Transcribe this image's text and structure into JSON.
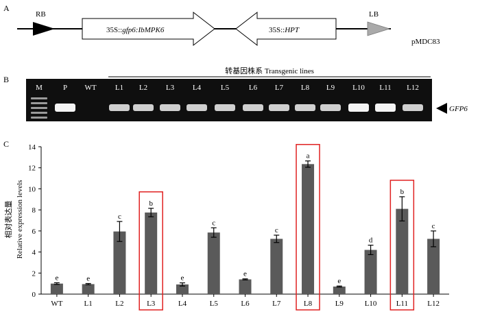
{
  "panel_a": {
    "letter": "A",
    "rb": "RB",
    "lb": "LB",
    "cassette1_prefix": "35S::",
    "cassette1_gene": "gfp6:IbMPK6",
    "cassette2_prefix": "35S::",
    "cassette2_gene": "HPT",
    "vector": "pMDC83"
  },
  "panel_b": {
    "letter": "B",
    "group_label": "转基因株系 Transgenic lines",
    "lanes": [
      "M",
      "P",
      "WT",
      "L1",
      "L2",
      "L3",
      "L4",
      "L5",
      "L6",
      "L7",
      "L8",
      "L9",
      "L10",
      "L11",
      "L12"
    ],
    "marker": "GFP6"
  },
  "panel_c": {
    "letter": "C",
    "ylabel_cn": "相对表达量",
    "ylabel_en": "Relative expression levels"
  },
  "chart_data": {
    "type": "bar",
    "categories": [
      "WT",
      "L1",
      "L2",
      "L3",
      "L4",
      "L5",
      "L6",
      "L7",
      "L8",
      "L9",
      "L10",
      "L11",
      "L12"
    ],
    "values": [
      1.0,
      0.95,
      5.95,
      7.75,
      0.92,
      5.85,
      1.4,
      5.25,
      12.35,
      0.72,
      4.2,
      8.1,
      5.25
    ],
    "errors": [
      0.08,
      0.06,
      0.95,
      0.4,
      0.15,
      0.45,
      0.05,
      0.35,
      0.3,
      0.05,
      0.45,
      1.15,
      0.75
    ],
    "significance": [
      "e",
      "e",
      "c",
      "b",
      "e",
      "c",
      "e",
      "c",
      "a",
      "e",
      "d",
      "b",
      "c"
    ],
    "highlighted": [
      "L3",
      "L8",
      "L11"
    ],
    "ylim": [
      0,
      14
    ],
    "yticks": [
      0,
      2,
      4,
      6,
      8,
      10,
      12,
      14
    ],
    "bar_color": "#5a5a5a",
    "highlight_color": "#e02020",
    "grid": false
  }
}
